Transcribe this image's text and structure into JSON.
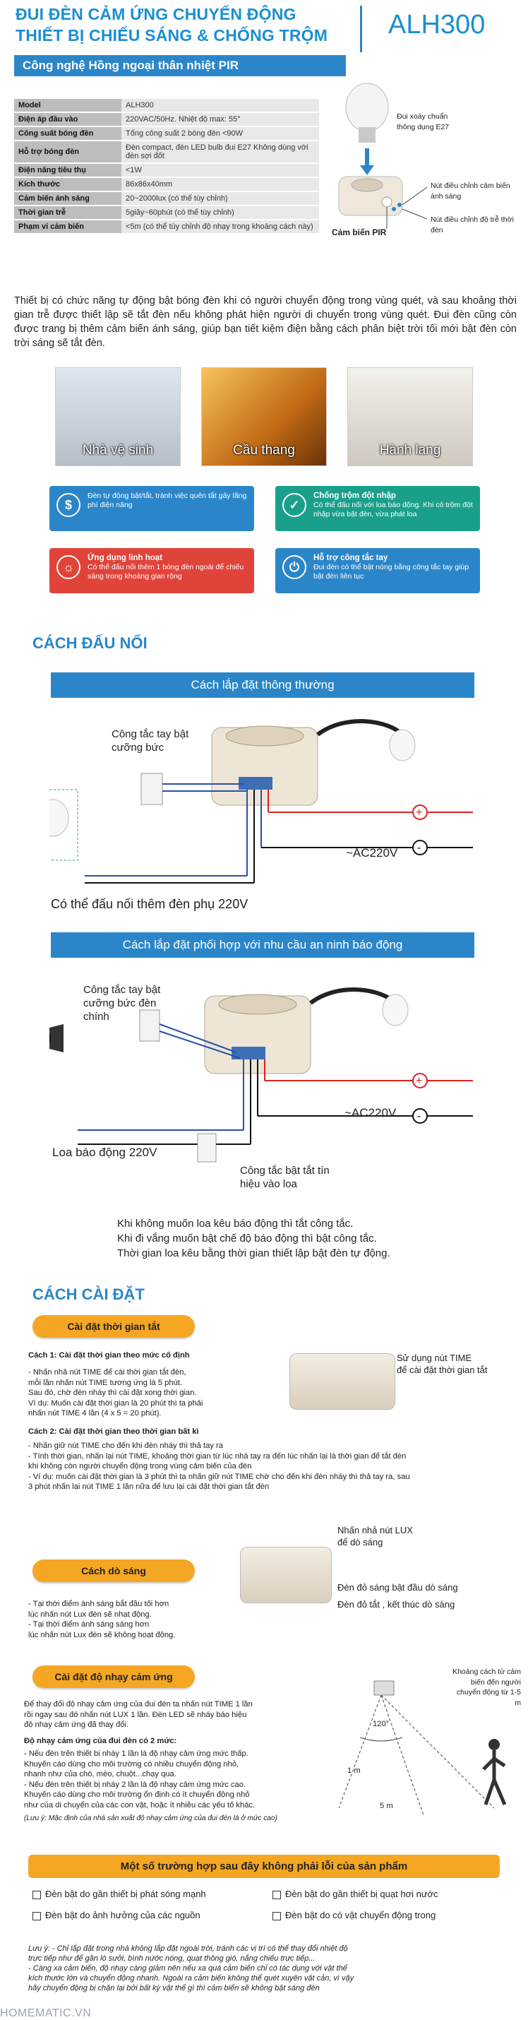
{
  "header": {
    "title_line1": "ĐUI ĐÈN CẢM ỨNG CHUYỂN ĐỘNG",
    "title_line2": "THIẾT BỊ CHIẾU SÁNG & CHỐNG TRỘM",
    "model_badge": "ALH300",
    "subtitle": "Công nghệ Hồng ngoại thân nhiệt PIR"
  },
  "specs": [
    {
      "k": "Model",
      "v": "ALH300"
    },
    {
      "k": "Điện áp đầu vào",
      "v": "220VAC/50Hz. Nhiệt độ max: 55°"
    },
    {
      "k": "Công suất bóng đèn",
      "v": "Tổng công suất 2 bóng đèn <90W"
    },
    {
      "k": "Hỗ trợ bóng đèn",
      "v": "Đèn compact, đèn LED bulb đui E27 Không dùng với đèn sợi đốt"
    },
    {
      "k": "Điện năng tiêu thụ",
      "v": "<1W"
    },
    {
      "k": "Kích thước",
      "v": "86x86x40mm"
    },
    {
      "k": "Cảm biến ánh sáng",
      "v": "20~2000lux (có thể tùy chỉnh)"
    },
    {
      "k": "Thời gian trễ",
      "v": "5giây~60phút (có thể tùy chỉnh)"
    },
    {
      "k": "Phạm vi cảm biến",
      "v": "<5m (có thể tùy chỉnh độ nhạy trong khoảng cách này)"
    }
  ],
  "product_callouts": {
    "socket": "Đui xoáy chuẩn thông dụng E27",
    "lux_knob": "Nút điều chỉnh cảm biến ánh sáng",
    "time_knob": "Nút điều chỉnh độ trễ thời đèn",
    "pir": "Cảm biến PIR"
  },
  "intro": "Thiết bị có chức năng tự động bật bóng đèn khi có người chuyển động trong vùng quét, và sau khoảng thời gian trễ được thiết lập sẽ tắt đèn nếu không phát hiện người di chuyển trong vùng quét. Đui đèn cũng còn được trang bị thêm cảm biến ánh sáng, giúp bạn tiết kiệm điện bằng cách phân biệt trời tối mới bật đèn còn trời sáng sẽ tắt đèn.",
  "photos": [
    "Nhà vệ sinh",
    "Cầu thang",
    "Hành lang"
  ],
  "features": [
    {
      "title": "",
      "text": "Đèn tự động bật/tắt, tránh việc quên tắt gây lãng phí điện năng",
      "icon": "dollar-icon",
      "color": "#2b86c9"
    },
    {
      "title": "Chống trộm đột nhập",
      "text": "Có thể đấu nối với loa báo động. Khi có trộm đột nhập vừa bật đèn, vừa phát loa",
      "icon": "shield-check-icon",
      "color": "#1aa08a"
    },
    {
      "title": "Ứng dụng linh hoạt",
      "text": "Có thể đấu nối thêm 1 bóng đèn ngoài để chiếu sáng trong khoảng gian rộng",
      "icon": "bulb-icon",
      "color": "#e0433a"
    },
    {
      "title": "Hỗ trợ công tắc tay",
      "text": "Đui đèn có thể bật nóng bằng công tắc tay giúp bật đèn liên tục",
      "icon": "power-icon",
      "color": "#2b86c9"
    }
  ],
  "wiring": {
    "heading": "CÁCH ĐẤU NỐI",
    "normal_bar": "Cách lắp đặt thông thường",
    "manual_switch": "Công tắc tay bật cưỡng bức",
    "ac": "~AC220V",
    "extra_lamp": "Có thể đấu nối thêm đèn phụ 220V",
    "alarm_bar": "Cách lắp đặt phối hợp với nhu cầu an ninh báo động",
    "manual_switch_main": "Công tắc tay bật cưỡng bức đèn chính",
    "ac2": "~AC220V",
    "siren": "Loa báo động 220V",
    "signal_switch": "Công tắc bật tắt tín hiệu vào loa",
    "note1": "Khi không muốn loa kêu báo động thì tắt công tắc.",
    "note2": "Khi đi vắng muốn bật chế độ báo động thì bật công tắc.",
    "note3": "Thời gian loa kêu bằng thời gian thiết lập bật đèn tự động."
  },
  "setup": {
    "heading": "CÁCH CÀI ĐẶT",
    "time_pill": "Cài đặt thời gian tắt",
    "way1_title": "Cách 1: Cài đặt thời gian theo mức cố định",
    "way1_lines": [
      "- Nhấn nhả nút TIME để cài thời gian tắt đèn,",
      "mỗi lần nhấn nút TIME tương ứng là 5 phút.",
      "Sau đó, chờ đèn nháy thì cài đặt xong thời gian.",
      "Ví dụ: Muốn cài đặt thời gian là 20 phút thì ta phải",
      "nhấn nút TIME 4 lần (4 x 5 = 20 phút)."
    ],
    "time_callout_a": "Sử dụng nút TIME",
    "time_callout_b": "để cài đặt thời gian tắt",
    "way2_title": "Cách 2: Cài đặt thời gian theo thời gian bất kì",
    "way2_lines": [
      "- Nhấn giữ nút TIME cho đến khi đèn nháy thì thả tay ra",
      "- Tính thời gian, nhấn lại nút TIME, khoảng thời gian từ lúc nhả tay ra đến lúc nhấn lại là thời gian để tắt đèn",
      "khi không còn người chuyển động trong vùng cảm biến của đèn",
      "- Ví dụ: muốn cài đặt thời gian là 3 phút thì ta nhấn giữ nút TIME chờ cho đến khi đèn nháy thì thả tay ra, sau",
      "3 phút nhấn lại nút TIME 1 lần nữa để lưu lại cài đặt thời gian tắt đèn"
    ],
    "light_pill": "Cách dò sáng",
    "light_lines": [
      "- Tại thời điểm ánh sáng bắt đầu tối hơn",
      "lúc nhấn nút Lux đèn sẽ nhạt động.",
      "- Tại thời điểm ánh sáng sáng hơn",
      "lúc nhấn nút Lux đèn sẽ không hoạt động."
    ],
    "lux_callout_a": "Nhấn nhả nút LUX",
    "lux_callout_b": "để dò sáng",
    "lux_on": "Đèn đỏ sáng bật đầu dò sáng",
    "lux_off": "Đèn đỏ tắt , kết thúc dò sáng",
    "sens_pill": "Cài đặt độ nhạy cảm ứng",
    "sens_lines": [
      "Để thay đổi độ nhạy cảm ứng của đui đèn ta nhấn nút TIME 1 lần",
      "rồi ngay sau đó nhấn nút LUX 1 lần. Đèn LED sẽ nháy báo hiệu",
      "độ nhạy cảm ứng đã thay đổi."
    ],
    "sens_levels_title": "Độ nhạy cảm ứng của đui đèn có 2 mức:",
    "sens_levels": [
      "- Nếu đèn trên thiết bị nháy 1 lần là độ nhạy cảm ứng mức thấp.",
      "Khuyến cáo dùng cho môi trường có nhiều chuyển động nhỏ,",
      "nhanh như của chó, mèo, chuột...chạy qua.",
      "- Nếu đèn trên thiết bị nháy 2 lần là độ nhạy cảm ứng mức cao.",
      "Khuyến cáo dùng cho môi trường ổn định có ít chuyển động nhỏ",
      "như của di chuyển của các con vật, hoặc ít nhiều các yếu tố khác."
    ],
    "sens_note": "(Lưu ý: Mặc định của nhà sản xuất độ nhạy cảm ứng của đui đèn là ở mức cao)",
    "range_label": "Khoảng cách từ cảm biến đến người chuyển động từ 1-5 m",
    "angle": "120°",
    "dist1": "1 m",
    "dist5": "5 m"
  },
  "warnings": {
    "bar": "Một số trường hợp sau đây không phải lỗi của sản phẩm",
    "items": [
      "Đèn bật do gần thiết bị phát sóng mạnh",
      "Đèn bật do gần thiết bị quạt hơi nước",
      "Đèn bật do ảnh hưởng của các nguồn",
      "Đèn bật do có vật chuyển động trong"
    ],
    "note_lines": [
      "Lưu ý: - Chỉ lắp đặt trong nhà không lắp đặt ngoài trời, tránh các vị trí có thể thay đổi nhiệt độ",
      "trực tiếp như để gần lò sưởi, bình nước nóng, quạt thông gió, nắng chiếu trực tiếp...",
      "- Càng xa cảm biến, độ nhạy càng giảm nên nếu xa quá cảm biến chỉ có tác dụng với vật thể",
      "kích thước lớn và chuyển động nhanh. Ngoài ra cảm biến không thể quét xuyên vật cản, vì vậy",
      "hãy chuyển động bị chặn lại bởi bất kỳ vật thể gì thì cảm biến sẽ không bật sáng đèn"
    ]
  },
  "footer": {
    "brand": "HOMEMATIC.VN"
  }
}
